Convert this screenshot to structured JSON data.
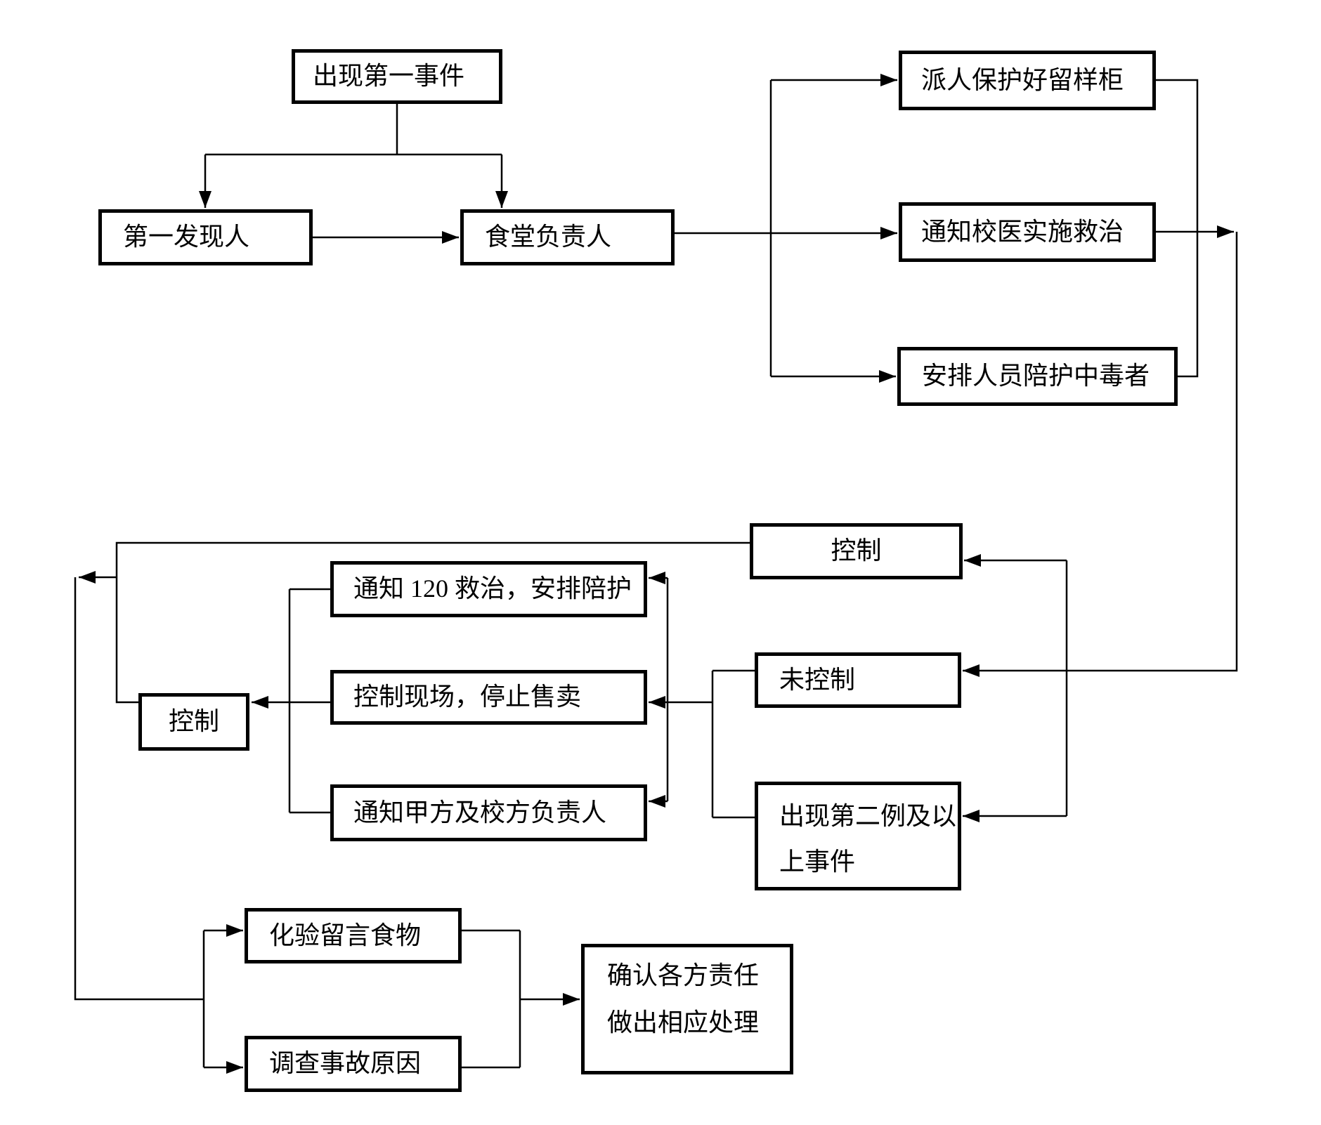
{
  "diagram": {
    "background": "#ffffff",
    "line_color": "#000000",
    "box_fill": "#ffffff",
    "box_border_color": "#000000",
    "nodes": {
      "start": {
        "label": "出现第一事件"
      },
      "first_finder": {
        "label": "第一发现人"
      },
      "canteen_manager": {
        "label": "食堂负责人"
      },
      "protect_samples": {
        "label": "派人保护好留样柜"
      },
      "notify_doctor": {
        "label": "通知校医实施救治"
      },
      "accompany_victim": {
        "label": "安排人员陪护中毒者"
      },
      "controlled": {
        "label": "控制"
      },
      "not_controlled": {
        "label": "未控制"
      },
      "second_case": {
        "lines": [
          "出现第二例及以",
          "上事件"
        ]
      },
      "notify_120": {
        "label": "通知 120 救治，安排陪护"
      },
      "control_scene": {
        "label": "控制现场，停止售卖"
      },
      "notify_parties": {
        "label": "通知甲方及校方负责人"
      },
      "controlled_small": {
        "label": "控制"
      },
      "test_food": {
        "label": "化验留言食物"
      },
      "investigate_cause": {
        "label": "调查事故原因"
      },
      "confirm_resolution": {
        "lines": [
          "确认各方责任",
          "做出相应处理"
        ]
      }
    }
  }
}
